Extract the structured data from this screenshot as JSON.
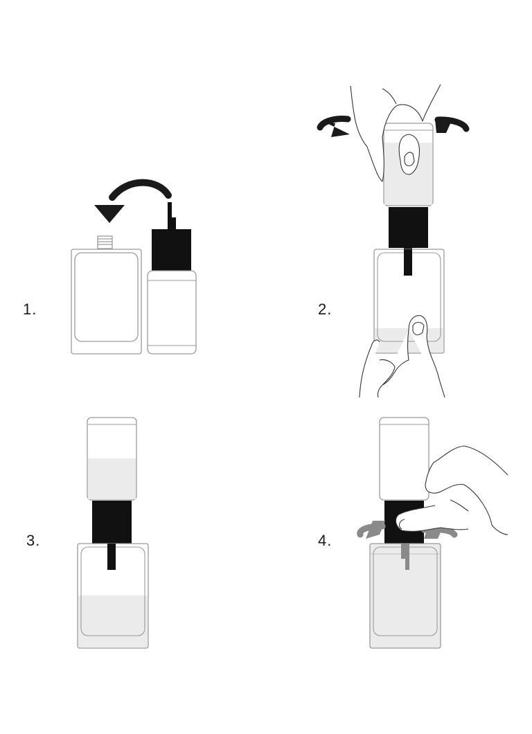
{
  "steps": [
    {
      "number": "1.",
      "icon": "pour-refill-into-bottle"
    },
    {
      "number": "2.",
      "icon": "twist-to-connect"
    },
    {
      "number": "3.",
      "icon": "refill-transfers-liquid"
    },
    {
      "number": "4.",
      "icon": "twist-to-release"
    }
  ],
  "colors": {
    "ink": "#111111",
    "outline": "#9a9a9a",
    "liquid": "#ebebeb",
    "arrow": "#1a1a1a",
    "arrow_grey": "#8a8a8a"
  }
}
